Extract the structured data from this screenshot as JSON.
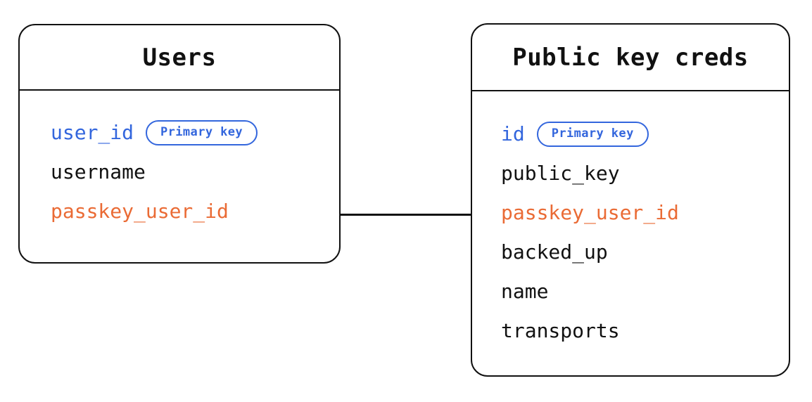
{
  "diagram": {
    "type": "entity-relationship-diagram",
    "background_color": "#ffffff",
    "colors": {
      "border": "#111111",
      "text": "#111111",
      "primary_key": "#3366dd",
      "foreign_key": "#ea6b35"
    },
    "entities": [
      {
        "id": "users",
        "title": "Users",
        "fields": [
          {
            "name": "user_id",
            "role": "primary_key",
            "badge": "Primary key"
          },
          {
            "name": "username",
            "role": "plain",
            "badge": null
          },
          {
            "name": "passkey_user_id",
            "role": "foreign_key",
            "badge": null
          }
        ]
      },
      {
        "id": "public-key-creds",
        "title": "Public key creds",
        "fields": [
          {
            "name": "id",
            "role": "primary_key",
            "badge": "Primary key"
          },
          {
            "name": "public_key",
            "role": "plain",
            "badge": null
          },
          {
            "name": "passkey_user_id",
            "role": "foreign_key",
            "badge": null
          },
          {
            "name": "backed_up",
            "role": "plain",
            "badge": null
          },
          {
            "name": "name",
            "role": "plain",
            "badge": null
          },
          {
            "name": "transports",
            "role": "plain",
            "badge": null
          }
        ]
      }
    ],
    "relationships": [
      {
        "from_entity": "users",
        "from_field": "passkey_user_id",
        "to_entity": "public-key-creds",
        "to_field": "passkey_user_id",
        "style": "straight-line"
      }
    ]
  }
}
